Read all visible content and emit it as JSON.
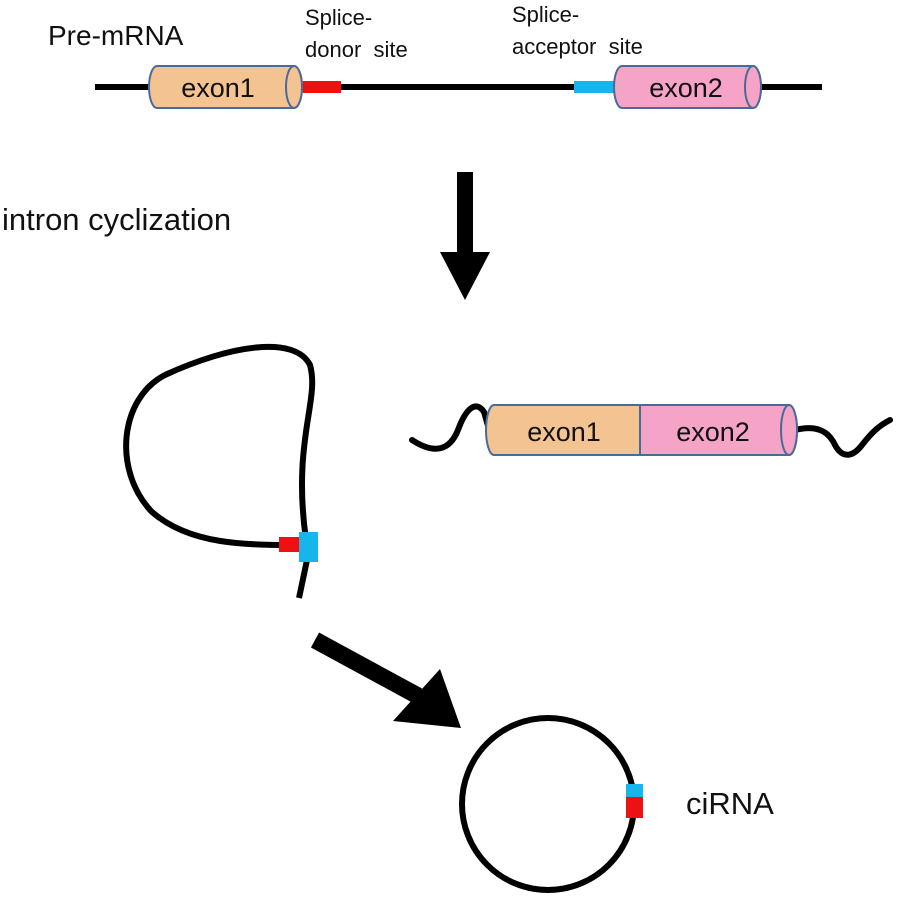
{
  "premrna": {
    "title": "Pre-mRNA",
    "exon1": "exon1",
    "exon2": "exon2",
    "donor_line1": "Splice-",
    "donor_line2": "donor  site",
    "acceptor_line1": "Splice-",
    "acceptor_line2": "acceptor  site"
  },
  "step": {
    "label": "intron cyclization"
  },
  "product": {
    "exon1": "exon1",
    "exon2": "exon2"
  },
  "circle": {
    "label": "ciRNA"
  },
  "colors": {
    "exon1": "#f4c392",
    "exon2": "#f5a3c7",
    "donor": "#ee1111",
    "acceptor": "#18b4ec",
    "exon_border": "#4a6a9a",
    "line": "#000000"
  }
}
